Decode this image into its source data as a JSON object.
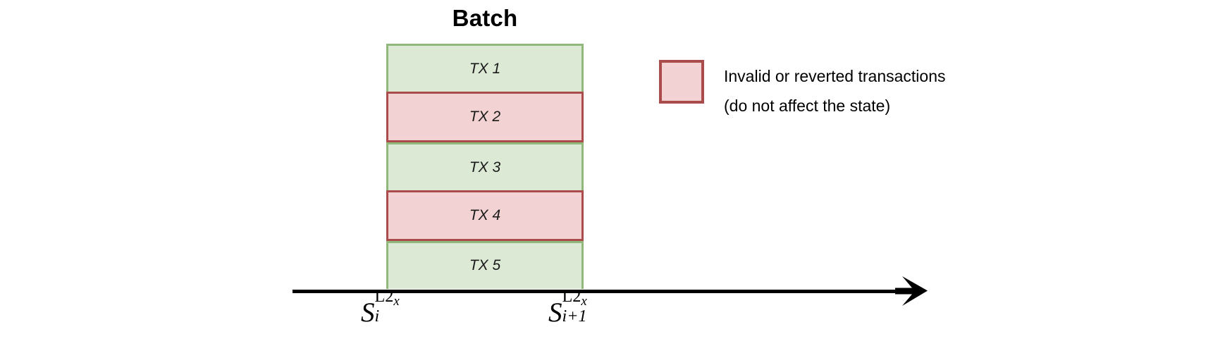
{
  "diagram": {
    "title": "Batch",
    "transactions": [
      {
        "label": "TX 1",
        "status": "valid"
      },
      {
        "label": "TX 2",
        "status": "invalid"
      },
      {
        "label": "TX 3",
        "status": "valid"
      },
      {
        "label": "TX 4",
        "status": "invalid"
      },
      {
        "label": "TX 5",
        "status": "valid"
      }
    ],
    "axis": {
      "start_state": {
        "base": "S",
        "subscript": "i",
        "superscript": "L2",
        "superscript_sub": "x",
        "plain": "S_i^{L2_x}"
      },
      "end_state": {
        "base": "S",
        "subscript": "i+1",
        "superscript": "L2",
        "superscript_sub": "x",
        "plain": "S_{i+1}^{L2_x}"
      },
      "arrow_direction": "right"
    },
    "legend": {
      "swatch_fill": "#f2d2d2",
      "swatch_border": "#ab4c4c",
      "line1": "Invalid or reverted transactions",
      "line2": "(do not affect the state)"
    },
    "colors": {
      "valid_fill": "#dce9d5",
      "valid_border": "#8fb87a",
      "invalid_fill": "#f2d2d2",
      "invalid_border": "#ab4c4c",
      "axis": "#000000",
      "background": "#ffffff"
    }
  }
}
